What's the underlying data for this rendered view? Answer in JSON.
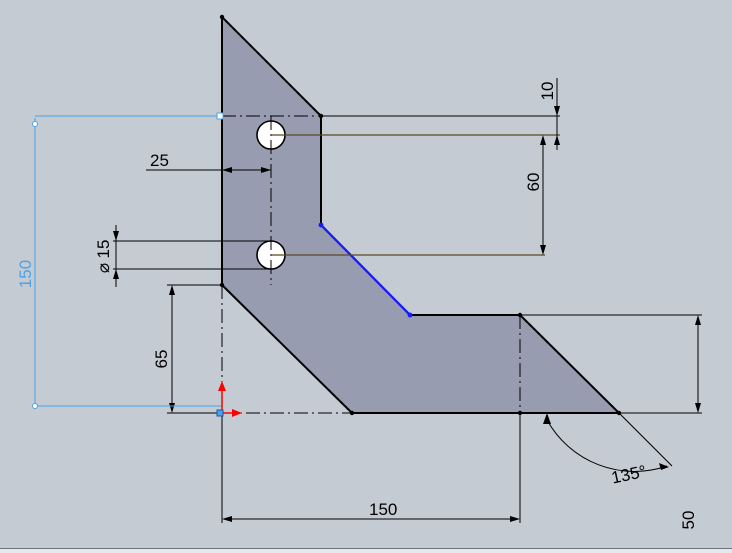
{
  "colors": {
    "background": "#c5cbd3",
    "part_fill": "#979cb0",
    "edge": "#000000",
    "driven_dimension": "#4aa3e8",
    "selected_edge": "#1a1aff",
    "hole_line": "#5a4a22",
    "origin_y": "#ff0000",
    "origin_x": "#ff0000"
  },
  "dimensions": {
    "vertical_overall": "150",
    "top_offset": "10",
    "hole_spacing": "60",
    "hole_inset": "25",
    "hole_diameter": "15",
    "bottom_height": "65",
    "bottom_width": "150",
    "angle": "135°",
    "right_height": "50"
  },
  "symbols": {
    "diameter": "⌀"
  }
}
